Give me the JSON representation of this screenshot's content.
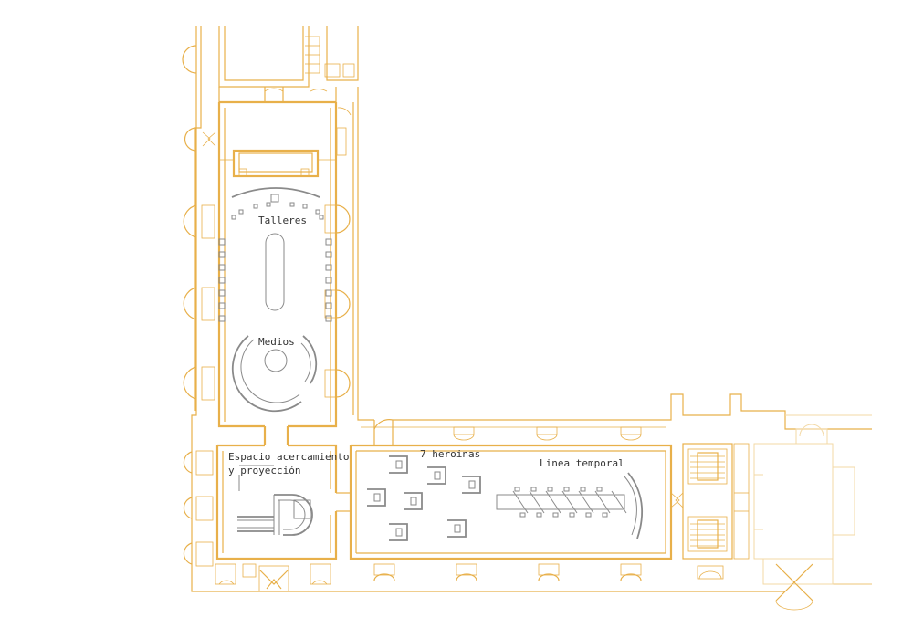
{
  "colors": {
    "walls": "#e8b04a",
    "furniture": "#8a8a8a",
    "text": "#333333",
    "background": "#ffffff"
  },
  "rooms": {
    "talleres": "Talleres",
    "medios": "Medios",
    "espacio_line1": "Espacio acercamiento",
    "espacio_line2": "y proyección",
    "heroinas": "7 heroinas",
    "linea_temporal": "Linea temporal"
  }
}
